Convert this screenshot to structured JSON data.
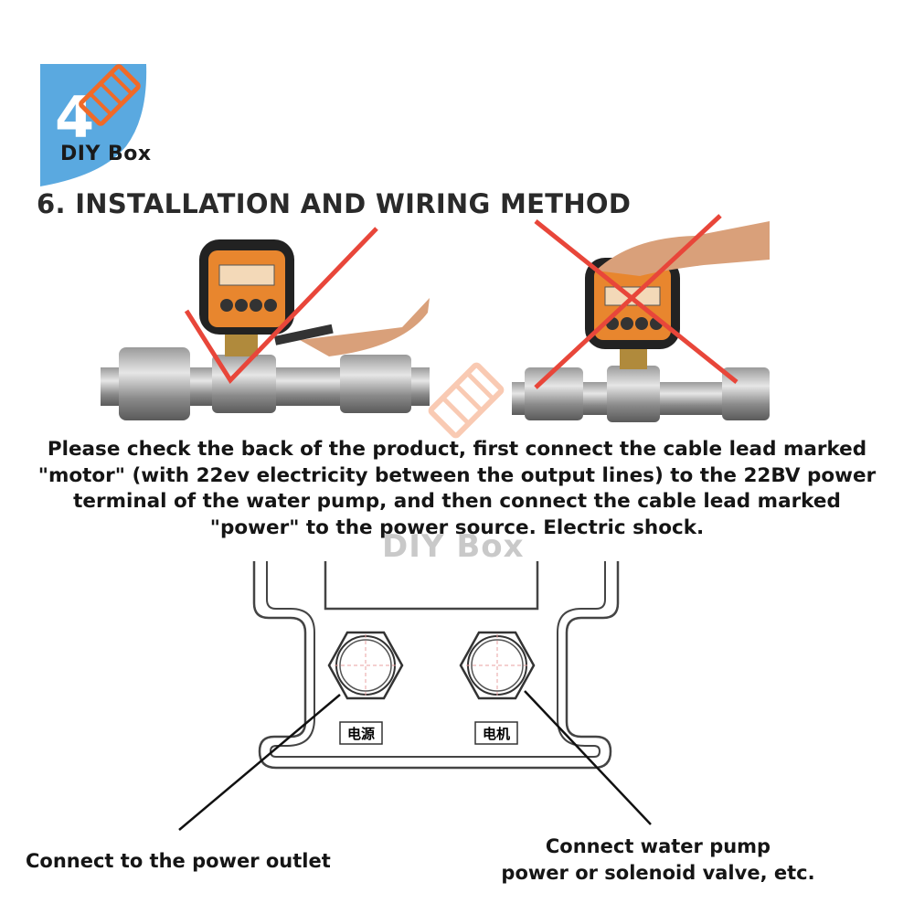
{
  "brand": {
    "logo_text": "DIY Box",
    "logo_digit": "4",
    "watermark_text": "DIY Box"
  },
  "heading": "6. INSTALLATION AND WIRING METHOD",
  "photos": {
    "correct_mark": "check",
    "incorrect_mark": "cross"
  },
  "instructions": "Please check the back of the product, first connect the cable lead marked \"motor\" (with 22ev electricity between the output lines) to the 22BV power terminal of the water pump, and then connect the cable lead marked \"power\" to the power source. Electric shock.",
  "diagram": {
    "port_power_label": "电源",
    "port_motor_label": "电机"
  },
  "captions": {
    "power_outlet": "Connect to the power outlet",
    "pump_line1": "Connect water pump",
    "pump_line2": "power or solenoid valve, etc."
  },
  "colors": {
    "logo_blue": "#5aa9e0",
    "logo_orange": "#f06a28",
    "mark_red": "#e8463a",
    "device_orange": "#e8862e"
  }
}
